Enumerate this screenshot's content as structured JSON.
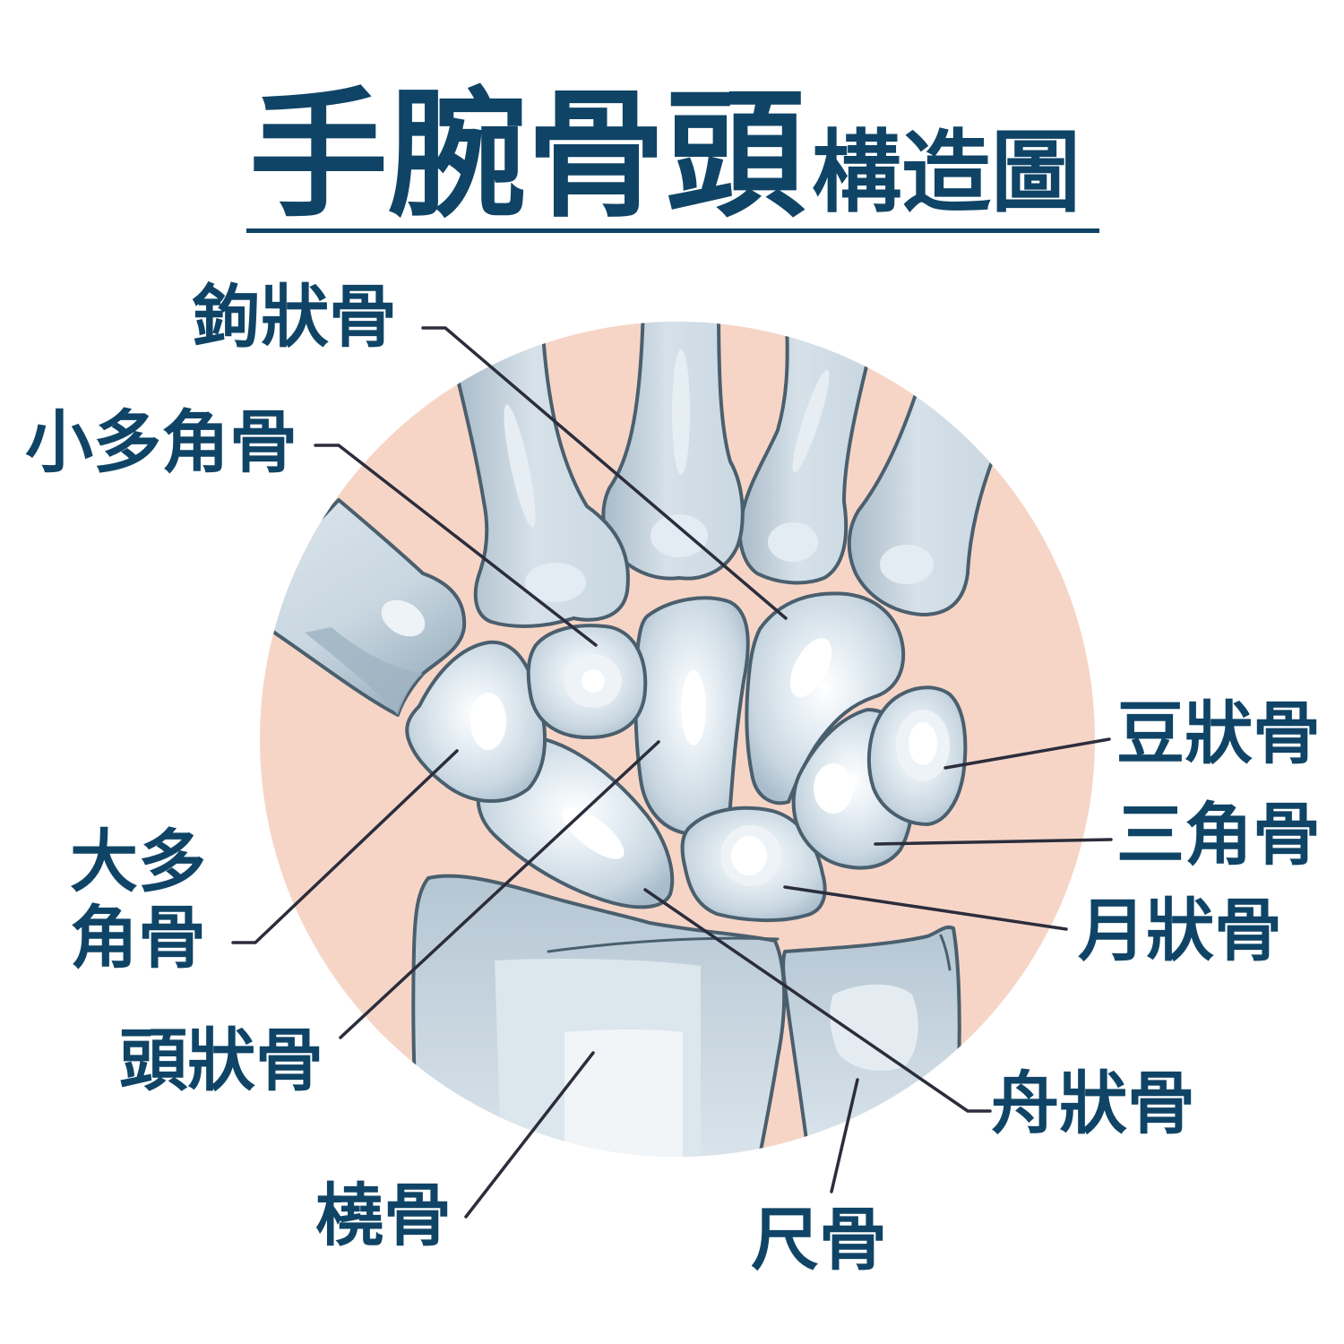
{
  "title": {
    "main": "手腕骨頭",
    "sub": "構造圖"
  },
  "labels": {
    "hamate": "鉤狀骨",
    "trapezoid": "小多角骨",
    "trapezium": [
      "大多",
      "角骨"
    ],
    "capitate": "頭狀骨",
    "radius": "橈骨",
    "ulna": "尺骨",
    "scaphoid": "舟狀骨",
    "lunate": "月狀骨",
    "triquetrum": "三角骨",
    "pisiform": "豆狀骨"
  },
  "colors": {
    "text": "#0f4466",
    "circle": "#f6d5c7",
    "bone": "#c9d7e1",
    "outline": "#4a5f6e",
    "leader": "#2b2d3c"
  }
}
